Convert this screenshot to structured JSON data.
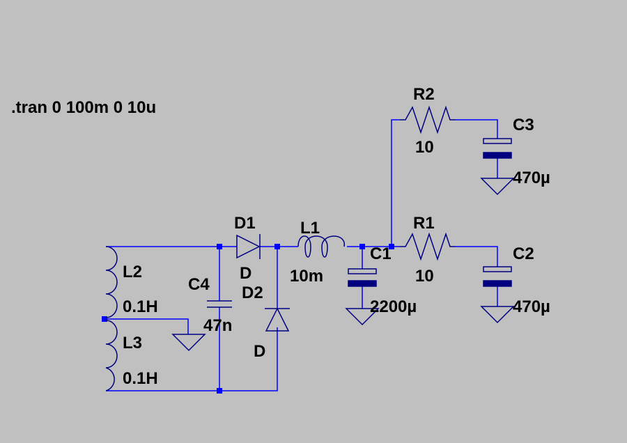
{
  "directive": ".tran 0 100m 0 10u",
  "colors": {
    "background": "#c0c0c0",
    "wire": "#0000ff",
    "component": "#000080",
    "text": "#000000"
  },
  "components": {
    "L2": {
      "name": "L2",
      "value": "0.1H"
    },
    "L3": {
      "name": "L3",
      "value": "0.1H"
    },
    "C4": {
      "name": "C4",
      "value": "47n"
    },
    "D1": {
      "name": "D1",
      "value": "D"
    },
    "D2": {
      "name": "D2",
      "value": "D"
    },
    "L1": {
      "name": "L1",
      "value": "10m"
    },
    "C1": {
      "name": "C1",
      "value": "2200µ"
    },
    "R1": {
      "name": "R1",
      "value": "10"
    },
    "R2": {
      "name": "R2",
      "value": "10"
    },
    "C2": {
      "name": "C2",
      "value": "470µ"
    },
    "C3": {
      "name": "C3",
      "value": "470µ"
    }
  }
}
